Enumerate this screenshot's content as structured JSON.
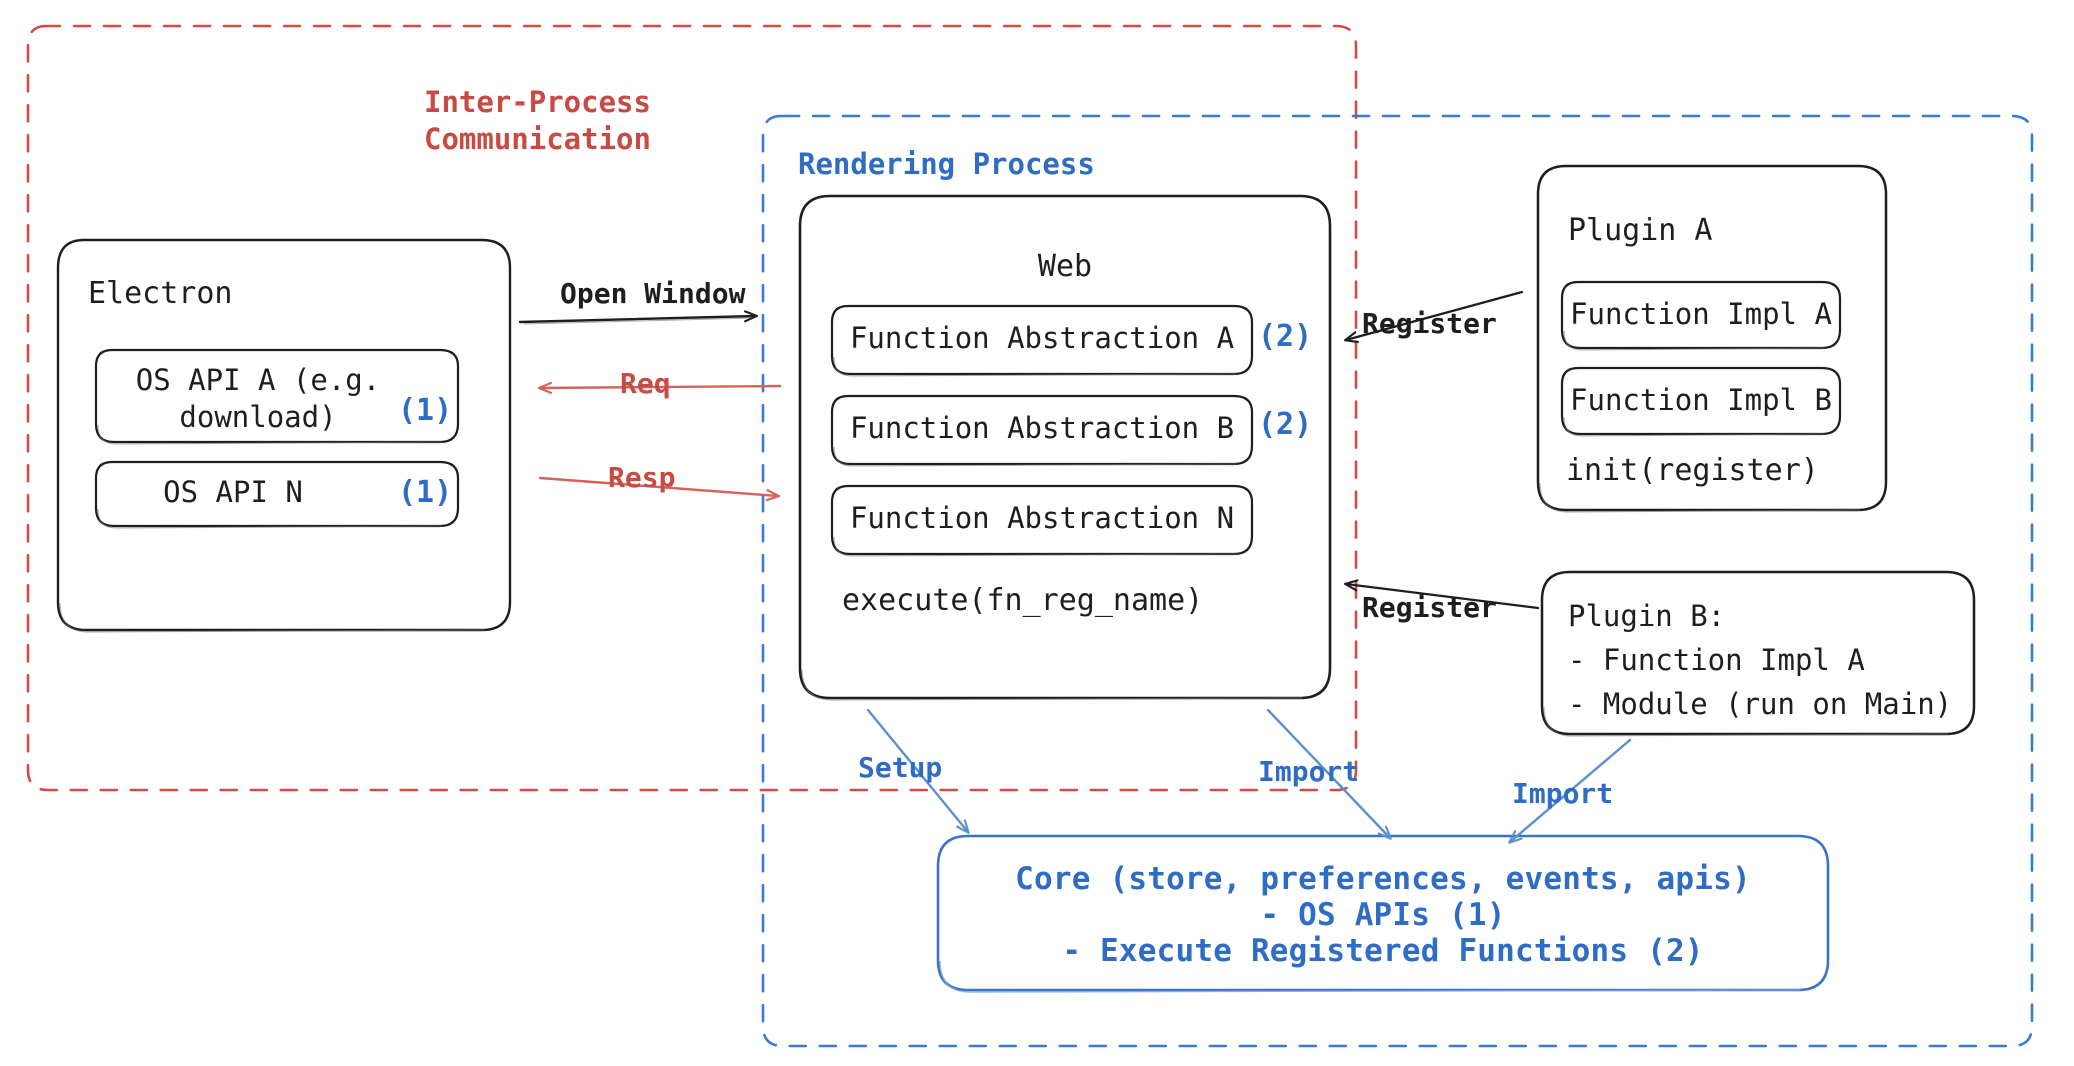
{
  "diagram": {
    "title": "Electron plugin architecture",
    "colors": {
      "ipc_red": "#c94a43",
      "render_blue": "#2f6cc4",
      "core_blue": "#3b74c4",
      "ink": "#1e1e1e",
      "background": "#ffffff"
    },
    "regions": [
      {
        "id": "ipc",
        "label": "Inter-Process\nCommunication",
        "style": "dashed",
        "color": "#c94a43"
      },
      {
        "id": "rendering",
        "label": "Rendering Process",
        "style": "dashed",
        "color": "#2f6cc4"
      }
    ],
    "nodes": {
      "electron": {
        "title": "Electron",
        "children": [
          {
            "label": "OS API A (e.g.\ndownload)",
            "marker": "(1)"
          },
          {
            "label": "OS API N",
            "marker": "(1)"
          }
        ]
      },
      "web": {
        "title": "Web",
        "children": [
          {
            "label": "Function Abstraction A",
            "marker": "(2)"
          },
          {
            "label": "Function Abstraction B",
            "marker": "(2)"
          },
          {
            "label": "Function Abstraction N",
            "marker": ""
          }
        ],
        "footer": "execute(fn_reg_name)"
      },
      "plugin_a": {
        "title": "Plugin A",
        "children": [
          {
            "label": "Function Impl A"
          },
          {
            "label": "Function Impl B"
          }
        ],
        "footer": "init(register)"
      },
      "plugin_b": {
        "lines": [
          "Plugin B:",
          "- Function Impl A",
          "- Module (run on Main)"
        ]
      },
      "core": {
        "lines": [
          "Core (store, preferences, events, apis)",
          "- OS APIs (1)",
          "- Execute Registered Functions (2)"
        ]
      }
    },
    "edges": [
      {
        "id": "open-window",
        "label": "Open Window",
        "color": "#1e1e1e"
      },
      {
        "id": "req",
        "label": "Req",
        "color": "#c94a43"
      },
      {
        "id": "resp",
        "label": "Resp",
        "color": "#c94a43"
      },
      {
        "id": "register-a",
        "label": "Register",
        "color": "#1e1e1e"
      },
      {
        "id": "register-b",
        "label": "Register",
        "color": "#1e1e1e"
      },
      {
        "id": "setup",
        "label": "Setup",
        "color": "#2f6cc4"
      },
      {
        "id": "import-web",
        "label": "Import",
        "color": "#2f6cc4"
      },
      {
        "id": "import-plugin",
        "label": "Import",
        "color": "#2f6cc4"
      }
    ]
  }
}
